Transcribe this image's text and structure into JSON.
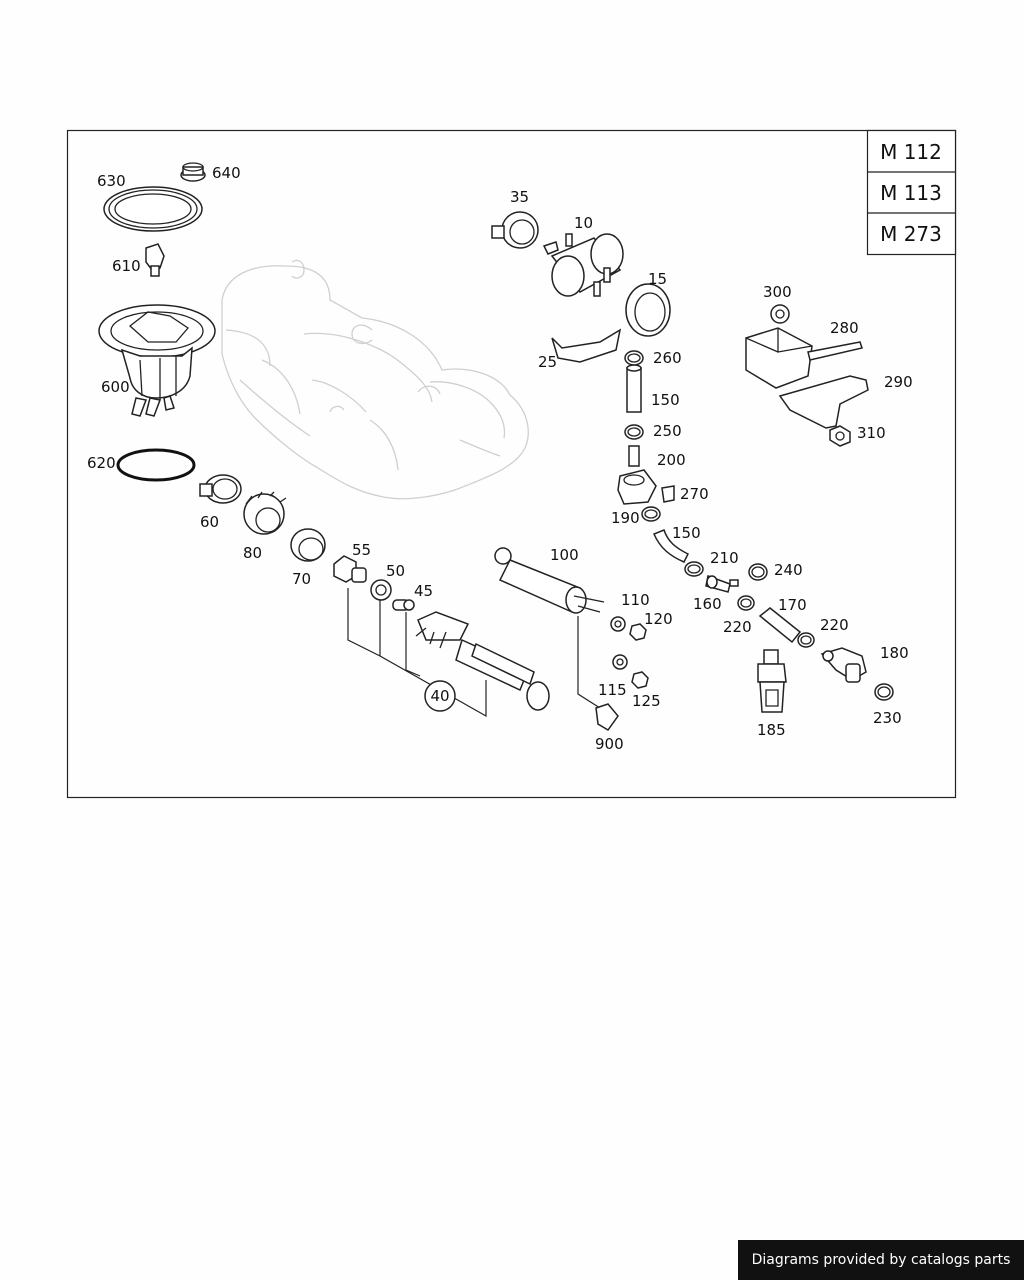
{
  "engines": [
    "M 112",
    "M 113",
    "M 273"
  ],
  "parts": {
    "p630": "630",
    "p640": "640",
    "p610": "610",
    "p600": "600",
    "p620": "620",
    "p60": "60",
    "p80": "80",
    "p70": "70",
    "p55": "55",
    "p50": "50",
    "p45": "45",
    "p40": "40",
    "p35": "35",
    "p10": "10",
    "p15": "15",
    "p25": "25",
    "p260": "260",
    "p150a": "150",
    "p250": "250",
    "p200": "200",
    "p270": "270",
    "p190": "190",
    "p150b": "150",
    "p100": "100",
    "p110": "110",
    "p120": "120",
    "p115": "115",
    "p125": "125",
    "p900": "900",
    "p300": "300",
    "p280": "280",
    "p290": "290",
    "p310": "310",
    "p210": "210",
    "p240": "240",
    "p160": "160",
    "p170": "170",
    "p220a": "220",
    "p220b": "220",
    "p180": "180",
    "p185": "185",
    "p230": "230"
  },
  "footer": "Diagrams provided by catalogs parts"
}
